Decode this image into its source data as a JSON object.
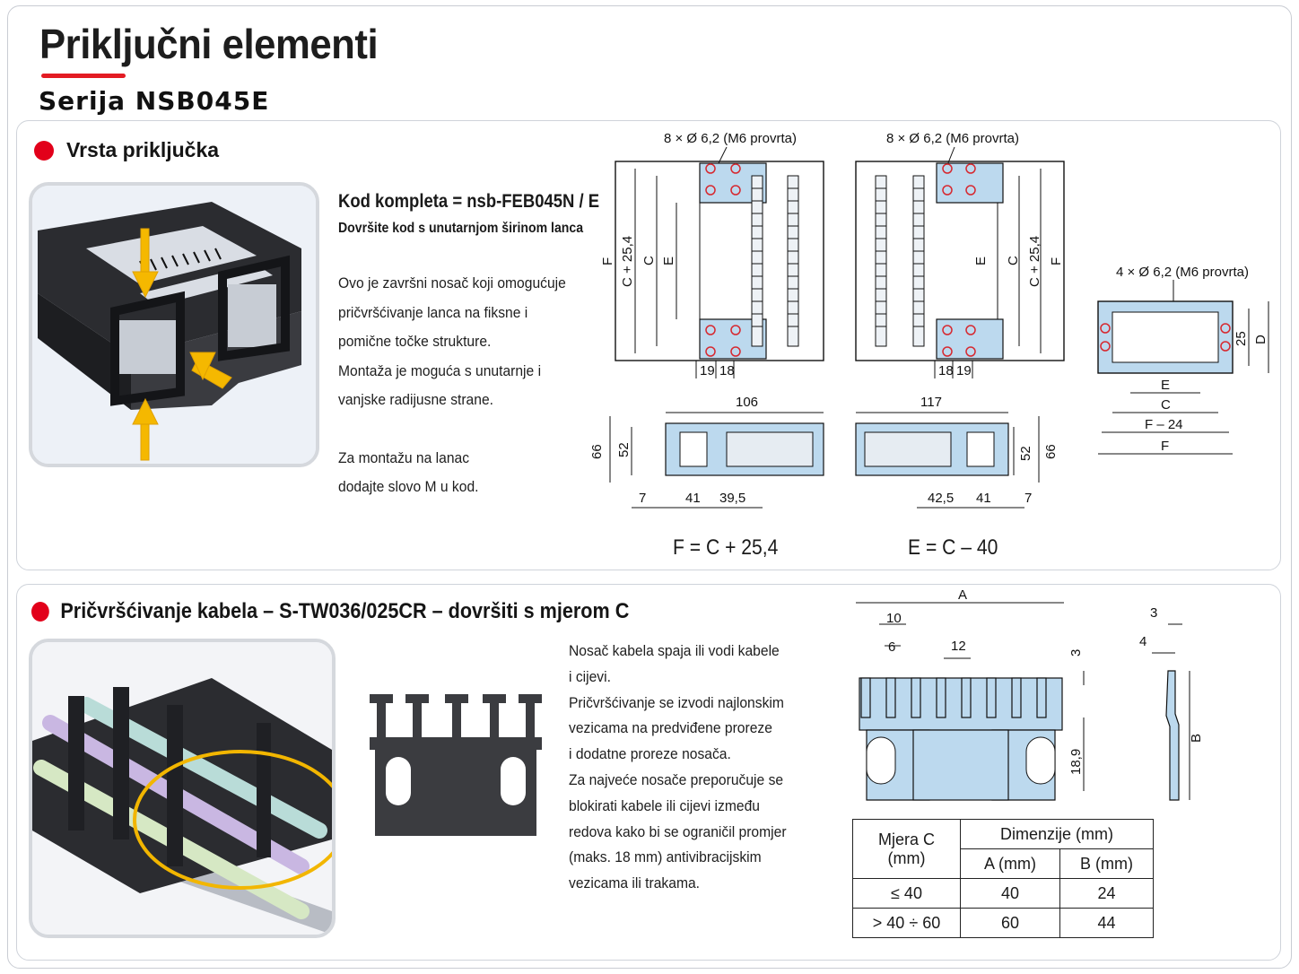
{
  "header": {
    "title": "Priključni elementi",
    "subtitle": "Serija NSB045E"
  },
  "section1": {
    "heading": "Vrsta priključka",
    "kit_code": "Kod kompleta =  nsb-FEB045N / E",
    "kit_note": "Dovršite kod s unutarnjom širinom lanca",
    "description_lines": [
      "Ovo je završni nosač koji omogućuje",
      "pričvršćivanje lanca na fiksne i",
      "pomične točke strukture.",
      "Montaža je moguća s unutarnje i",
      "vanjske radijusne strane.",
      "",
      "Za montažu na lanac",
      "dodajte slovo M u kod."
    ],
    "drawing_left": {
      "hole_note": "8 × Ø 6,2 (M6 provrta)",
      "labels": [
        "F",
        "C + 25,4",
        "C",
        "E"
      ],
      "dims_small": [
        "19",
        "18"
      ],
      "width_top": "106",
      "side_dims": [
        "66",
        "52",
        "7",
        "41",
        "39,5"
      ]
    },
    "drawing_right": {
      "hole_note": "8 × Ø 6,2 (M6 provrta)",
      "labels": [
        "E",
        "C",
        "C + 25,4",
        "F"
      ],
      "dims_small": [
        "18",
        "19"
      ],
      "width_top": "117",
      "side_dims": [
        "52",
        "66",
        "42,5",
        "41",
        "7"
      ]
    },
    "drawing_end": {
      "hole_note": "4 × Ø 6,2 (M6 provrta)",
      "labels": [
        "25",
        "D",
        "E",
        "C",
        "F – 24",
        "F"
      ]
    },
    "formula_left": "F = C + 25,4",
    "formula_right": "E = C – 40"
  },
  "section2": {
    "heading": "Pričvršćivanje kabela – S-TW036/025CR – dovršiti s mjerom C",
    "description_lines": [
      "Nosač kabela spaja ili vodi kabele",
      "i cijevi.",
      "Pričvršćivanje se izvodi najlonskim",
      "vezicama na predviđene proreze",
      "i dodatne proreze nosača.",
      "Za najveće nosače preporučuje se",
      "blokirati kabele ili cijevi između",
      "redova kako bi se ograničil promjer",
      "(maks. 18 mm) antivibracijskim",
      "vezicama ili trakama."
    ],
    "drawing": {
      "labels": [
        "A",
        "10",
        "6",
        "12",
        "3",
        "18,9",
        "3",
        "4",
        "B"
      ]
    },
    "table": {
      "col1_header": "Mjera C\n(mm)",
      "col1_header_line1": "Mjera C",
      "col1_header_line2": "(mm)",
      "group_header": "Dimenzije (mm)",
      "sub_headers": [
        "A (mm)",
        "B (mm)"
      ],
      "rows": [
        {
          "c": "≤ 40",
          "a": "40",
          "b": "24"
        },
        {
          "c": "> 40 ÷ 60",
          "a": "60",
          "b": "44"
        }
      ]
    }
  },
  "colors": {
    "accent_red": "#e2001a",
    "arrow_yellow": "#f5b800",
    "part_blue": "#bcd9ee",
    "chain_black": "#2a2b2e"
  }
}
